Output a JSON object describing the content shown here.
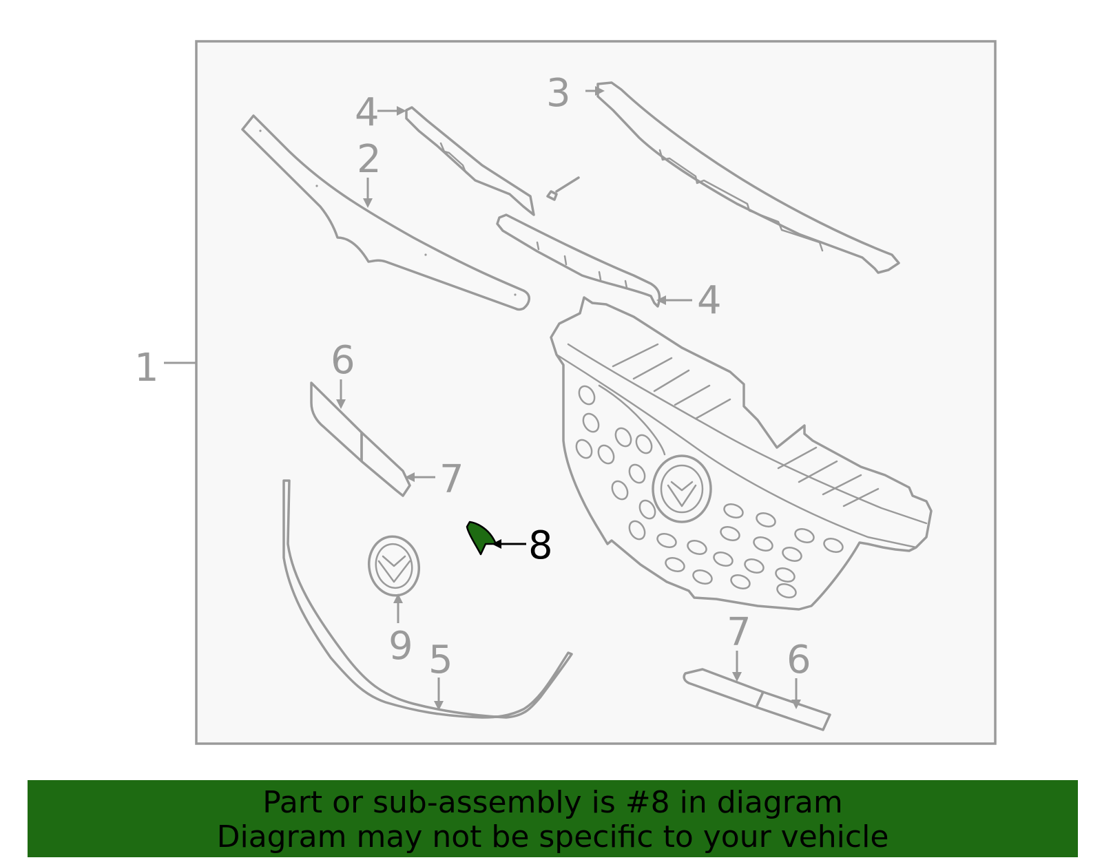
{
  "diagram": {
    "callouts": {
      "c1": "1",
      "c2": "2",
      "c3": "3",
      "c4a": "4",
      "c4b": "4",
      "c5": "5",
      "c6a": "6",
      "c6b": "6",
      "c7a": "7",
      "c7b": "7",
      "c8": "8",
      "c9": "9"
    },
    "highlighted_part": "8",
    "highlight_color": "#1e6b12",
    "frame_fill": "#f8f8f8",
    "line_color": "#9a9a9a"
  },
  "banner": {
    "line1": "Part or sub-assembly is #8 in diagram",
    "line2": "Diagram may not be specific to your vehicle",
    "background": "#1e6b12"
  }
}
